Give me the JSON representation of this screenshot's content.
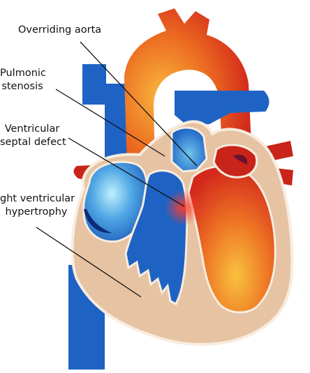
{
  "labels": {
    "overriding_aorta": "Overriding aorta",
    "pulmonic_stenosis_l1": "Pulmonic",
    "pulmonic_stenosis_l2": "stenosis",
    "vsd_l1": "Ventricular",
    "vsd_l2": "septal defect",
    "rvh_l1": "ght ventricular",
    "rvh_l2": "hypertrophy"
  },
  "colors": {
    "muscle": "#e6c3a3",
    "muscle_outline": "#f7ecdf",
    "deoxygenated_blue": "#1e63c4",
    "oxygenated_red": "#d2281c",
    "orange_glow": "#f6b03a",
    "light_blue_glow": "#8fd6f2",
    "leader_line": "#111111"
  }
}
